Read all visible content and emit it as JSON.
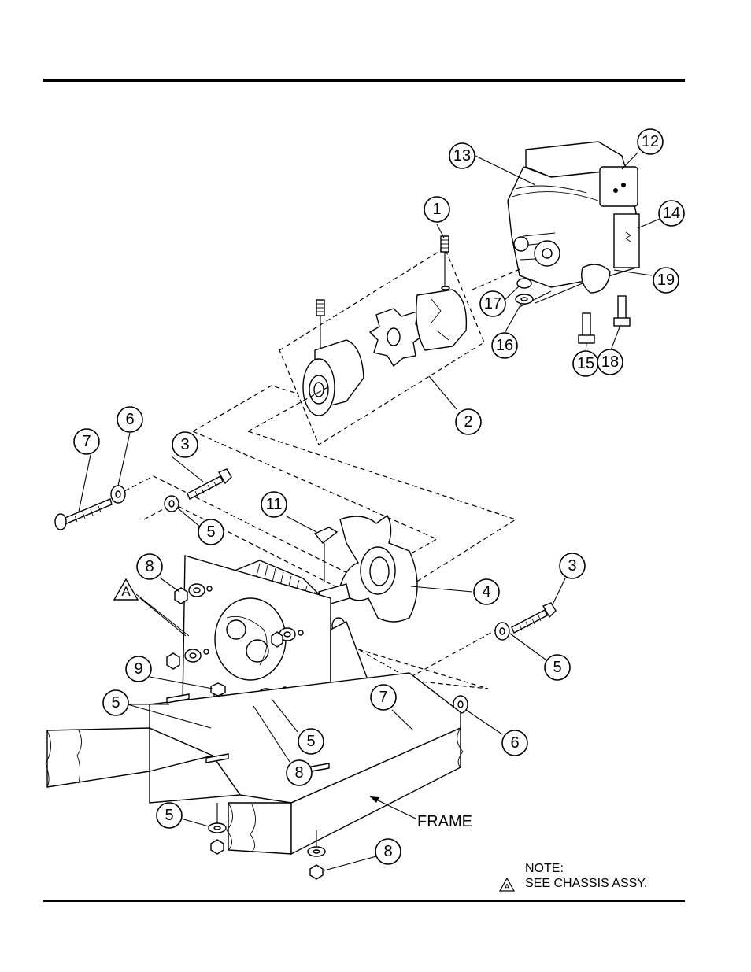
{
  "callouts": {
    "c1": "1",
    "c2": "2",
    "c3a": "3",
    "c3b": "3",
    "c4": "4",
    "c5a": "5",
    "c5b": "5",
    "c5c": "5",
    "c5d": "5",
    "c5e": "5",
    "c6a": "6",
    "c6b": "6",
    "c7a": "7",
    "c7b": "7",
    "c8a": "8",
    "c8b": "8",
    "c8c": "8",
    "c9": "9",
    "c11": "11",
    "c12": "12",
    "c13": "13",
    "c14": "14",
    "c15": "15",
    "c16": "16",
    "c17": "17",
    "c18": "18",
    "c19": "19"
  },
  "frame_label": "FRAME",
  "chassis_marker": "A",
  "note": {
    "title": "NOTE:",
    "marker": "A",
    "text": "SEE CHASSIS ASSY."
  }
}
